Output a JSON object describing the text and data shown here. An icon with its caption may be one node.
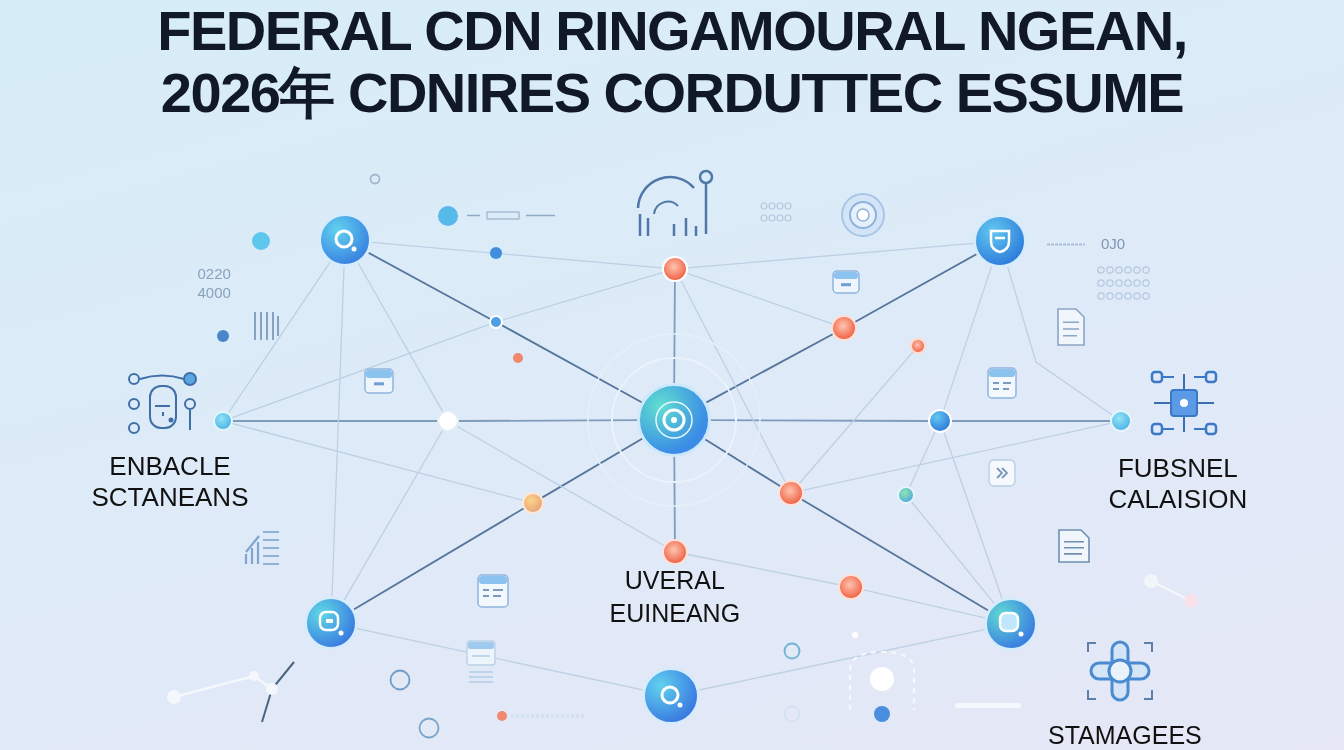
{
  "diagram": {
    "title": "FEDERAL CDN RINGAMOURAL NGEAN, 2026年 CDNIRES CORDUTTEC ESSUME",
    "nodes": [
      {
        "text": [],
        "shape": "circle"
      },
      {
        "text": [],
        "shape": "circle"
      },
      {
        "text": [],
        "shape": "circle"
      },
      {
        "text": [],
        "shape": "circle"
      },
      {
        "text": [],
        "shape": "circle"
      },
      {
        "text": [],
        "shape": "circle"
      },
      {
        "text": [],
        "shape": "circle"
      },
      {
        "text": [],
        "shape": "circle"
      },
      {
        "text": [],
        "shape": "circle"
      },
      {
        "text": [],
        "shape": "circle"
      },
      {
        "text": [],
        "shape": "circle"
      },
      {
        "text": [],
        "shape": "circle"
      },
      {
        "text": [],
        "shape": "circle"
      },
      {
        "text": [],
        "shape": "circle"
      },
      {
        "text": [],
        "shape": "circle"
      },
      {
        "text": [],
        "shape": "circle"
      },
      {
        "text": [],
        "shape": "circle"
      },
      {
        "text": [],
        "shape": "circle"
      },
      {
        "text": [],
        "shape": "circle"
      }
    ],
    "edges": [
      {
        "from": 0,
        "to": 3,
        "arrow": "none",
        "color": "#56759a"
      },
      {
        "from": 3,
        "to": 8,
        "arrow": "none",
        "color": "#56759a"
      },
      {
        "from": 2,
        "to": 4,
        "arrow": "none",
        "color": "#56759a"
      },
      {
        "from": 4,
        "to": 8,
        "arrow": "none",
        "color": "#56759a"
      },
      {
        "from": 16,
        "to": 12,
        "arrow": "none",
        "color": "#56759a"
      },
      {
        "from": 12,
        "to": 8,
        "arrow": "none",
        "color": "#56759a"
      },
      {
        "from": 8,
        "to": 11,
        "arrow": "none",
        "color": "#56759a"
      },
      {
        "from": 11,
        "to": 17,
        "arrow": "none",
        "color": "#56759a"
      },
      {
        "from": 6,
        "to": 7,
        "arrow": "none",
        "color": "#7f9cbc"
      },
      {
        "from": 7,
        "to": 8,
        "arrow": "none",
        "color": "#7f9cbc"
      },
      {
        "from": 8,
        "to": 9,
        "arrow": "none",
        "color": "#7f9cbc"
      },
      {
        "from": 9,
        "to": 10,
        "arrow": "none",
        "color": "#7f9cbc"
      },
      {
        "from": 1,
        "to": 8,
        "arrow": "none",
        "color": "#7f9cbc"
      },
      {
        "from": 8,
        "to": 14,
        "arrow": "none",
        "color": "#7f9cbc"
      },
      {
        "from": 0,
        "to": 6,
        "arrow": "none"
      },
      {
        "from": 0,
        "to": 16,
        "arrow": "none"
      },
      {
        "from": 0,
        "to": 7,
        "arrow": "none"
      },
      {
        "from": 0,
        "to": 1,
        "arrow": "none"
      },
      {
        "from": 6,
        "to": 3,
        "arrow": "none"
      },
      {
        "from": 1,
        "to": 3,
        "arrow": "none"
      },
      {
        "from": 1,
        "to": 2,
        "arrow": "none"
      },
      {
        "from": 1,
        "to": 4,
        "arrow": "none"
      },
      {
        "from": 5,
        "to": 11,
        "arrow": "none"
      },
      {
        "from": 2,
        "to": 9,
        "arrow": "none"
      },
      {
        "from": 2,
        "to": 10,
        "arrow": "none"
      },
      {
        "from": 6,
        "to": 12,
        "arrow": "none"
      },
      {
        "from": 7,
        "to": 16,
        "arrow": "none"
      },
      {
        "from": 9,
        "to": 13,
        "arrow": "none"
      },
      {
        "from": 13,
        "to": 17,
        "arrow": "none"
      },
      {
        "from": 15,
        "to": 17,
        "arrow": "none"
      },
      {
        "from": 9,
        "to": 17,
        "arrow": "none"
      },
      {
        "from": 18,
        "to": 17,
        "arrow": "none"
      },
      {
        "from": 16,
        "to": 18,
        "arrow": "none"
      },
      {
        "from": 14,
        "to": 15,
        "arrow": "none"
      },
      {
        "from": 10,
        "to": 11,
        "arrow": "none"
      },
      {
        "from": 1,
        "to": 11,
        "arrow": "none"
      },
      {
        "from": 7,
        "to": 14,
        "arrow": "none"
      }
    ],
    "labels": [
      "0J0",
      "0220",
      "4000",
      "ENBACLE SCTANEANS",
      "FUBSNEL CALAISION",
      "UVERAL EUINEANG",
      "STAMAGEES"
    ]
  }
}
